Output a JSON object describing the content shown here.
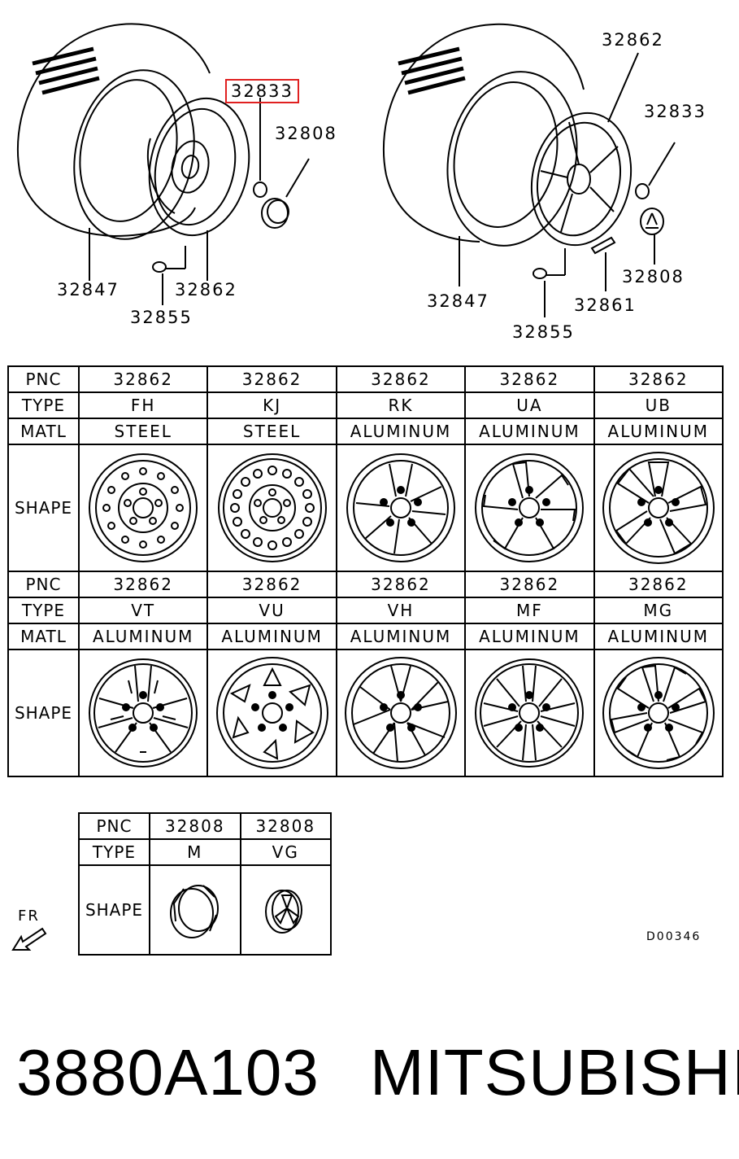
{
  "callouts": {
    "left": {
      "cap_nut": "32833",
      "center_cap": "32808",
      "tire": "32847",
      "valve": "32855",
      "wheel": "32862"
    },
    "right": {
      "wheel": "32862",
      "cap_nut": "32833",
      "center_cap": "32808",
      "tire": "32847",
      "balance_weight": "32861",
      "valve": "32855"
    }
  },
  "table1": {
    "row_labels": {
      "pnc": "PNC",
      "type": "TYPE",
      "matl": "MATL",
      "shape": "SHAPE"
    },
    "block1": [
      {
        "pnc": "32862",
        "type": "FH",
        "matl": "STEEL",
        "shape": "steel-wheel-icon"
      },
      {
        "pnc": "32862",
        "type": "KJ",
        "matl": "STEEL",
        "shape": "steel-wheel-icon"
      },
      {
        "pnc": "32862",
        "type": "RK",
        "matl": "ALUMINUM",
        "shape": "alloy-wheel-icon"
      },
      {
        "pnc": "32862",
        "type": "UA",
        "matl": "ALUMINUM",
        "shape": "alloy-wheel-icon"
      },
      {
        "pnc": "32862",
        "type": "UB",
        "matl": "ALUMINUM",
        "shape": "alloy-wheel-icon"
      }
    ],
    "block2": [
      {
        "pnc": "32862",
        "type": "VT",
        "matl": "ALUMINUM",
        "shape": "alloy-wheel-icon"
      },
      {
        "pnc": "32862",
        "type": "VU",
        "matl": "ALUMINUM",
        "shape": "alloy-wheel-icon"
      },
      {
        "pnc": "32862",
        "type": "VH",
        "matl": "ALUMINUM",
        "shape": "alloy-wheel-icon"
      },
      {
        "pnc": "32862",
        "type": "MF",
        "matl": "ALUMINUM",
        "shape": "alloy-wheel-icon"
      },
      {
        "pnc": "32862",
        "type": "MG",
        "matl": "ALUMINUM",
        "shape": "alloy-wheel-icon"
      }
    ]
  },
  "table2": {
    "row_labels": {
      "pnc": "PNC",
      "type": "TYPE",
      "shape": "SHAPE"
    },
    "cols": [
      {
        "pnc": "32808",
        "type": "M",
        "shape": "hex-center-cap-icon"
      },
      {
        "pnc": "32808",
        "type": "VG",
        "shape": "emblem-center-cap-icon"
      }
    ]
  },
  "fr_label": "FR",
  "drawing_code": "D00346",
  "footer": {
    "part_number": "3880A103",
    "brand": "MITSUBISHI"
  },
  "colors": {
    "ink": "#000000",
    "highlight": "#e02020"
  }
}
